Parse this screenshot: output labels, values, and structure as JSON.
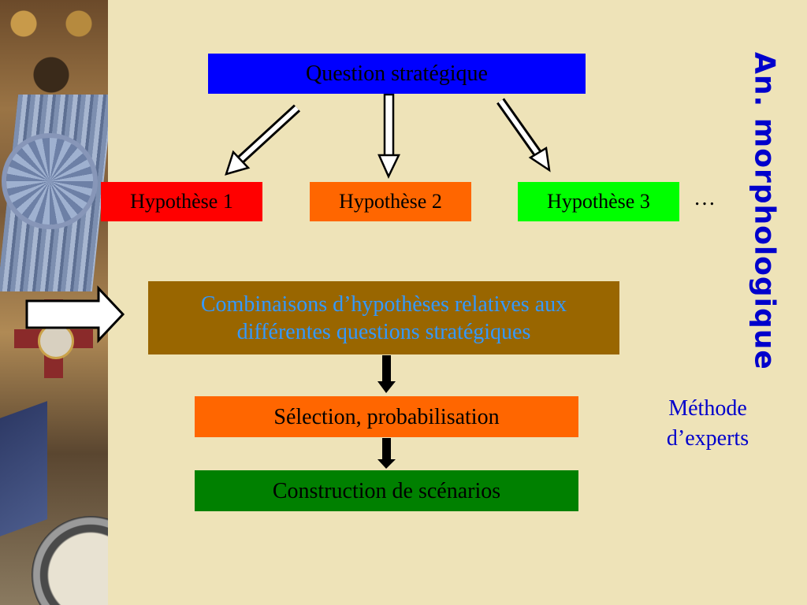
{
  "question": {
    "label": "Question stratégique"
  },
  "hypotheses": [
    {
      "label": "Hypothèse 1",
      "color": "#ff0000"
    },
    {
      "label": "Hypothèse 2",
      "color": "#ff6600"
    },
    {
      "label": "Hypothèse 3",
      "color": "#00ff00"
    }
  ],
  "ellipsis": "…",
  "combination": {
    "label": "Combinaisons d’hypothèses relatives aux différentes questions stratégiques"
  },
  "selection": {
    "label": "Sélection, probabilisation"
  },
  "construction": {
    "label": "Construction de scénarios"
  },
  "side_note": {
    "line1": "Méthode",
    "line2": "d’experts"
  },
  "vertical_title": "An. morphologique",
  "colors": {
    "background": "#eee3b8",
    "question": "#0000ff",
    "combination": "#996600",
    "combination_text": "#3399ff",
    "selection": "#ff6600",
    "construction": "#008000",
    "accent_text": "#0000cc"
  }
}
